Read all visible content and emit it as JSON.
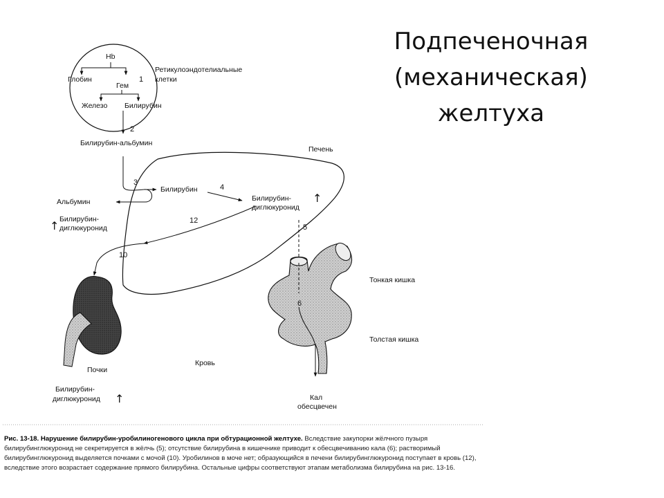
{
  "slide": {
    "title_lines": [
      "Подпеченочная",
      "(механическая)",
      "желтуха"
    ]
  },
  "figure": {
    "labels": {
      "hb": "Hb",
      "globin": "Глобин",
      "gem": "Гем",
      "zhelezo": "Железо",
      "bilirubin_top": "Билирубин",
      "res_line1": "Ретикулоэндотелиальные",
      "res_line2": "клетки",
      "bilirubin_albumin": "Билирубин-альбумин",
      "liver": "Печень",
      "bilirubin_liver": "Билирубин",
      "diglucuronide_line1": "Билирубин-",
      "diglucuronide_line2": "диглюкуронид",
      "albumin": "Альбумин",
      "blood_bd_line1": "Билирубин-",
      "blood_bd_line2": "диглюкуронид",
      "small_intestine": "Тонкая кишка",
      "large_intestine": "Толстая кишка",
      "kidneys": "Почки",
      "blood": "Кровь",
      "urine_bd_line1": "Билирубин-",
      "urine_bd_line2": "диглюкуронид",
      "stool_line1": "Кал",
      "stool_line2": "обесцвечен"
    },
    "step_numbers": {
      "n1": "1",
      "n2": "2",
      "n3": "3",
      "n4": "4",
      "n5": "5",
      "n6": "6",
      "n10": "10",
      "n12": "12"
    },
    "increase_arrow": "↑"
  },
  "caption": {
    "bold": "Рис. 13-18. Нарушение билирубин-уробилиногенового цикла при обтурационной желтухе.",
    "text": " Вследствие закупорки жёлчного пузыря билирубинглюкуронид не секретируется в жёлчь (5); отсутствие билирубина в кишечнике приводит к обесцвечиванию кала (6); растворимый билирубинглюкуронид выделяется почками с мочой (10). Уробилинов в моче нет; образующийся в печени билирубинглюкуронид поступает в кровь (12), вследствие этого возрастает содержание прямого билирубина. Остальные цифры соответствуют этапам метаболизма билирубина на рис. 13-16."
  }
}
